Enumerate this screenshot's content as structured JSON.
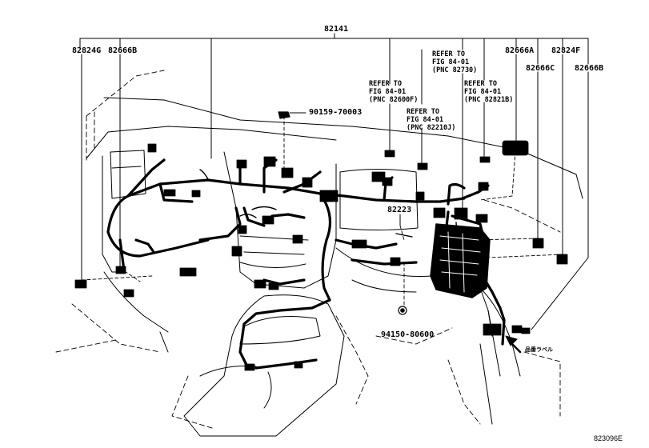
{
  "labels": {
    "main_part": "82141",
    "p82824G": "82824G",
    "p82666B_left": "82666B",
    "p82666A": "82666A",
    "p82824F": "82824F",
    "p82666C": "82666C",
    "p82666B_right": "82666B",
    "p90159": "90159-70003",
    "p82223": "82223",
    "p94150": "94150-80600"
  },
  "refs": {
    "r82600F": [
      "REFER TO",
      "FIG 84-01",
      "(PNC 82600F)"
    ],
    "r82210J": [
      "REFER TO",
      "FIG 84-01",
      "(PNC 82210J)"
    ],
    "r82730": [
      "REFER TO",
      "FIG 84-01",
      "(PNC 82730)"
    ],
    "r82821B": [
      "REFER TO",
      "FIG 84-01",
      "(PNC 82821B)"
    ]
  },
  "annotation": "品番ラベル",
  "figure_number": "823096E",
  "colors": {
    "line": "#000000",
    "background": "#ffffff"
  }
}
